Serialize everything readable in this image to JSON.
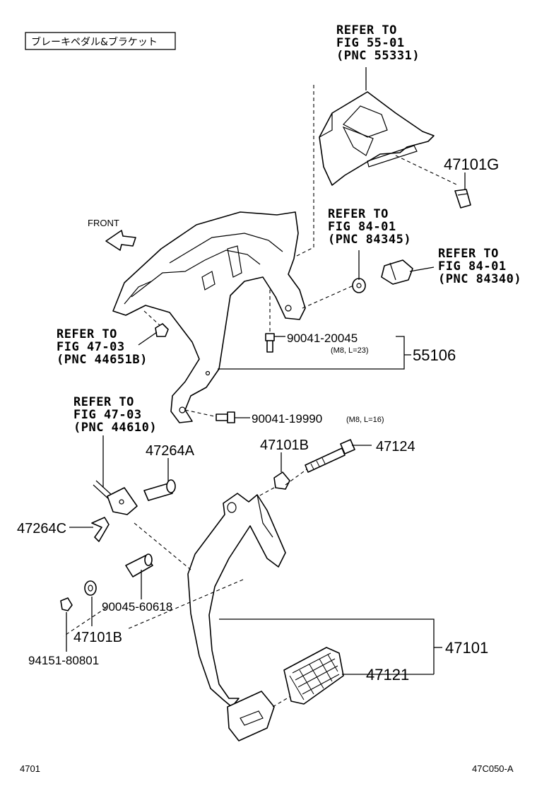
{
  "title_box": "ブレーキペダル&ブラケット",
  "front_label": "FRONT",
  "refers": [
    {
      "id": "ref-55331",
      "lines": [
        "REFER TO",
        "FIG 55-01",
        "(PNC 55331)"
      ]
    },
    {
      "id": "ref-84345",
      "lines": [
        "REFER TO",
        "FIG 84-01",
        "(PNC 84345)"
      ]
    },
    {
      "id": "ref-84340",
      "lines": [
        "REFER TO",
        "FIG 84-01",
        "(PNC 84340)"
      ]
    },
    {
      "id": "ref-44651b",
      "lines": [
        "REFER TO",
        "FIG 47-03",
        "(PNC 44651B)"
      ]
    },
    {
      "id": "ref-44610",
      "lines": [
        "REFER TO",
        "FIG 47-03",
        "(PNC 44610)"
      ]
    }
  ],
  "parts": {
    "p47101g": "47101G",
    "bolt_a": "90041-20045",
    "bolt_a_spec": "(M8, L=23)",
    "bracket": "55106",
    "bolt_b": "90041-19990",
    "bolt_b_spec": "(M8, L=16)",
    "p47264a": "47264A",
    "p47101b_top": "47101B",
    "p47124": "47124",
    "p47264c": "47264C",
    "p90045": "90045-60618",
    "p47101b_bottom": "47101B",
    "p94151": "94151-80801",
    "pedal": "47101",
    "pad": "47121"
  },
  "footer": {
    "left": "4701",
    "right": "47C050-A"
  }
}
